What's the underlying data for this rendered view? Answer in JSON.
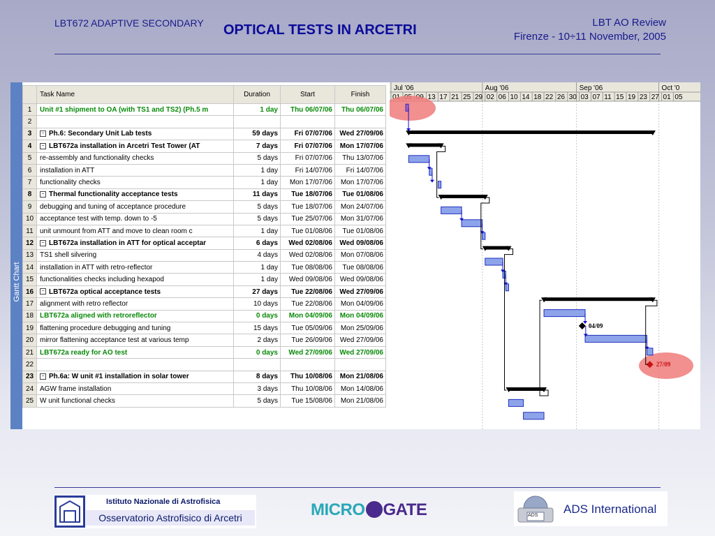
{
  "header": {
    "left": "LBT672 ADAPTIVE SECONDARY",
    "title": "OPTICAL TESTS IN ARCETRI",
    "right_line1": "LBT AO Review",
    "right_line2": "Firenze - 10÷11 November, 2005"
  },
  "gantt": {
    "sidebar_label": "Gantt Chart",
    "columns": {
      "id": "",
      "name": "Task Name",
      "duration": "Duration",
      "start": "Start",
      "finish": "Finish"
    },
    "tasks": [
      {
        "id": "1",
        "name": "Unit #1 shipment to OA (with TS1 and TS2) (Ph.5 m",
        "duration": "1 day",
        "start": "Thu 06/07/06",
        "finish": "Thu 06/07/06",
        "type": "milestone",
        "level": 1
      },
      {
        "id": "2",
        "name": "",
        "duration": "",
        "start": "",
        "finish": "",
        "type": "blank",
        "level": 0
      },
      {
        "id": "3",
        "name": "Ph.6: Secondary Unit Lab tests",
        "duration": "59 days",
        "start": "Fri 07/07/06",
        "finish": "Wed 27/09/06",
        "type": "summary",
        "level": 0
      },
      {
        "id": "4",
        "name": "LBT672a installation in Arcetri Test Tower (AT",
        "duration": "7 days",
        "start": "Fri 07/07/06",
        "finish": "Mon 17/07/06",
        "type": "summary",
        "level": 1
      },
      {
        "id": "5",
        "name": "re-assembly and functionality checks",
        "duration": "5 days",
        "start": "Fri 07/07/06",
        "finish": "Thu 13/07/06",
        "type": "task",
        "level": 2
      },
      {
        "id": "6",
        "name": "installation in ATT",
        "duration": "1 day",
        "start": "Fri 14/07/06",
        "finish": "Fri 14/07/06",
        "type": "task",
        "level": 2
      },
      {
        "id": "7",
        "name": "functionality checks",
        "duration": "1 day",
        "start": "Mon 17/07/06",
        "finish": "Mon 17/07/06",
        "type": "task",
        "level": 2
      },
      {
        "id": "8",
        "name": "Thermal functionality acceptance tests",
        "duration": "11 days",
        "start": "Tue 18/07/06",
        "finish": "Tue 01/08/06",
        "type": "summary",
        "level": 1
      },
      {
        "id": "9",
        "name": "debugging and tuning of acceptance procedure",
        "duration": "5 days",
        "start": "Tue 18/07/06",
        "finish": "Mon 24/07/06",
        "type": "task",
        "level": 2
      },
      {
        "id": "10",
        "name": "acceptance test with temp. down to -5",
        "duration": "5 days",
        "start": "Tue 25/07/06",
        "finish": "Mon 31/07/06",
        "type": "task",
        "level": 2
      },
      {
        "id": "11",
        "name": "unit unmount from ATT and move to clean room c",
        "duration": "1 day",
        "start": "Tue 01/08/06",
        "finish": "Tue 01/08/06",
        "type": "task",
        "level": 2
      },
      {
        "id": "12",
        "name": "LBT672a installation in ATT for optical acceptar",
        "duration": "6 days",
        "start": "Wed 02/08/06",
        "finish": "Wed 09/08/06",
        "type": "summary",
        "level": 1
      },
      {
        "id": "13",
        "name": "TS1 shell silvering",
        "duration": "4 days",
        "start": "Wed 02/08/06",
        "finish": "Mon 07/08/06",
        "type": "task",
        "level": 2
      },
      {
        "id": "14",
        "name": "installation in ATT with retro-reflector",
        "duration": "1 day",
        "start": "Tue 08/08/06",
        "finish": "Tue 08/08/06",
        "type": "task",
        "level": 2
      },
      {
        "id": "15",
        "name": "functionalities checks including hexapod",
        "duration": "1 day",
        "start": "Wed 09/08/06",
        "finish": "Wed 09/08/06",
        "type": "task",
        "level": 2
      },
      {
        "id": "16",
        "name": "LBT672a optical acceptance tests",
        "duration": "27 days",
        "start": "Tue 22/08/06",
        "finish": "Wed 27/09/06",
        "type": "summary",
        "level": 1
      },
      {
        "id": "17",
        "name": "alignment with retro reflector",
        "duration": "10 days",
        "start": "Tue 22/08/06",
        "finish": "Mon 04/09/06",
        "type": "task",
        "level": 2
      },
      {
        "id": "18",
        "name": "LBT672a aligned with retroreflector",
        "duration": "0 days",
        "start": "Mon 04/09/06",
        "finish": "Mon 04/09/06",
        "type": "milestone",
        "level": 2
      },
      {
        "id": "19",
        "name": "flattening procedure debugging and tuning",
        "duration": "15 days",
        "start": "Tue 05/09/06",
        "finish": "Mon 25/09/06",
        "type": "task",
        "level": 2
      },
      {
        "id": "20",
        "name": "mirror flattening acceptance test at various temp",
        "duration": "2 days",
        "start": "Tue 26/09/06",
        "finish": "Wed 27/09/06",
        "type": "task",
        "level": 2
      },
      {
        "id": "21",
        "name": "LBT672a ready for AO test",
        "duration": "0 days",
        "start": "Wed 27/09/06",
        "finish": "Wed 27/09/06",
        "type": "milestone",
        "level": 1
      },
      {
        "id": "22",
        "name": "",
        "duration": "",
        "start": "",
        "finish": "",
        "type": "blank",
        "level": 0
      },
      {
        "id": "23",
        "name": "Ph.6a: W unit #1 installation in solar tower",
        "duration": "8 days",
        "start": "Thu 10/08/06",
        "finish": "Mon 21/08/06",
        "type": "summary",
        "level": 0
      },
      {
        "id": "24",
        "name": "AGW frame installation",
        "duration": "3 days",
        "start": "Thu 10/08/06",
        "finish": "Mon 14/08/06",
        "type": "task",
        "level": 1
      },
      {
        "id": "25",
        "name": "W unit functional checks",
        "duration": "5 days",
        "start": "Tue 15/08/06",
        "finish": "Mon 21/08/06",
        "type": "task",
        "level": 1
      }
    ],
    "timeline": {
      "months": [
        "Jul '06",
        "Aug '06",
        "Sep '06",
        "Oct '0"
      ],
      "days": [
        "01",
        "05",
        "09",
        "13",
        "17",
        "21",
        "25",
        "29",
        "02",
        "06",
        "10",
        "14",
        "18",
        "22",
        "26",
        "30",
        "03",
        "07",
        "11",
        "15",
        "19",
        "23",
        "27",
        "01",
        "05"
      ],
      "milestone_labels": {
        "m18": "04/09",
        "m21": "27/09"
      }
    },
    "colors": {
      "bar_fill": "#8ea4ea",
      "bar_border": "#2030c0",
      "summary": "#000000",
      "arrow": "#1010cc",
      "highlight": "#f07b7b",
      "milestone_red": "#cc1010"
    }
  },
  "footer": {
    "inaf_line1": "Istituto Nazionale di Astrofisica",
    "inaf_line2": "Osservatorio Astrofisico di Arcetri",
    "microgate_left": "MICRO",
    "microgate_right": "GATE",
    "ads_badge": "ADS",
    "ads_name": "ADS International"
  }
}
